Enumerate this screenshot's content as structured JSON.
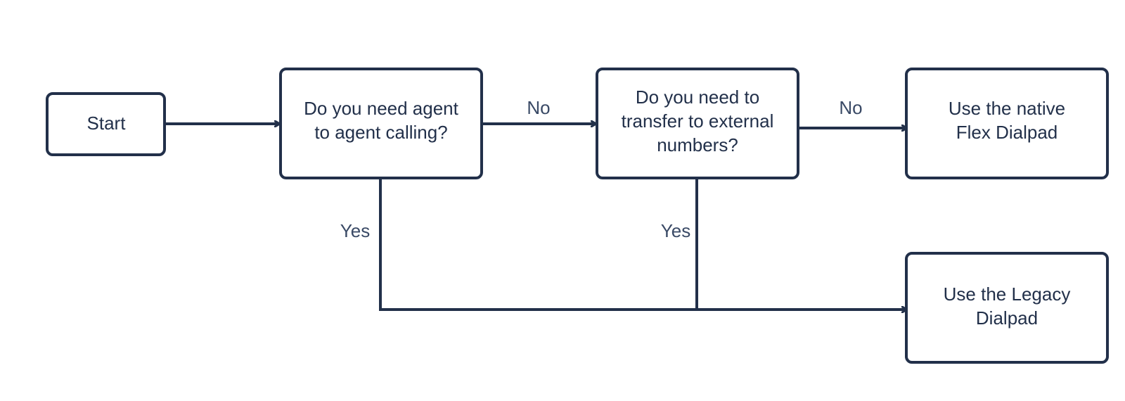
{
  "diagram": {
    "colors": {
      "stroke": "#22304a",
      "text": "#22304a",
      "label": "#3a4a66",
      "background": "#ffffff"
    },
    "nodes": {
      "start": {
        "lines": [
          "Start"
        ]
      },
      "q1": {
        "lines": [
          "Do you need agent",
          "to agent calling?"
        ]
      },
      "q2": {
        "lines": [
          "Do you need to",
          "transfer to external",
          "numbers?"
        ]
      },
      "native": {
        "lines": [
          "Use the native",
          "Flex Dialpad"
        ]
      },
      "legacy": {
        "lines": [
          "Use the Legacy",
          "Dialpad"
        ]
      }
    },
    "edges": {
      "q1_no": "No",
      "q2_no": "No",
      "q1_yes": "Yes",
      "q2_yes": "Yes"
    }
  }
}
